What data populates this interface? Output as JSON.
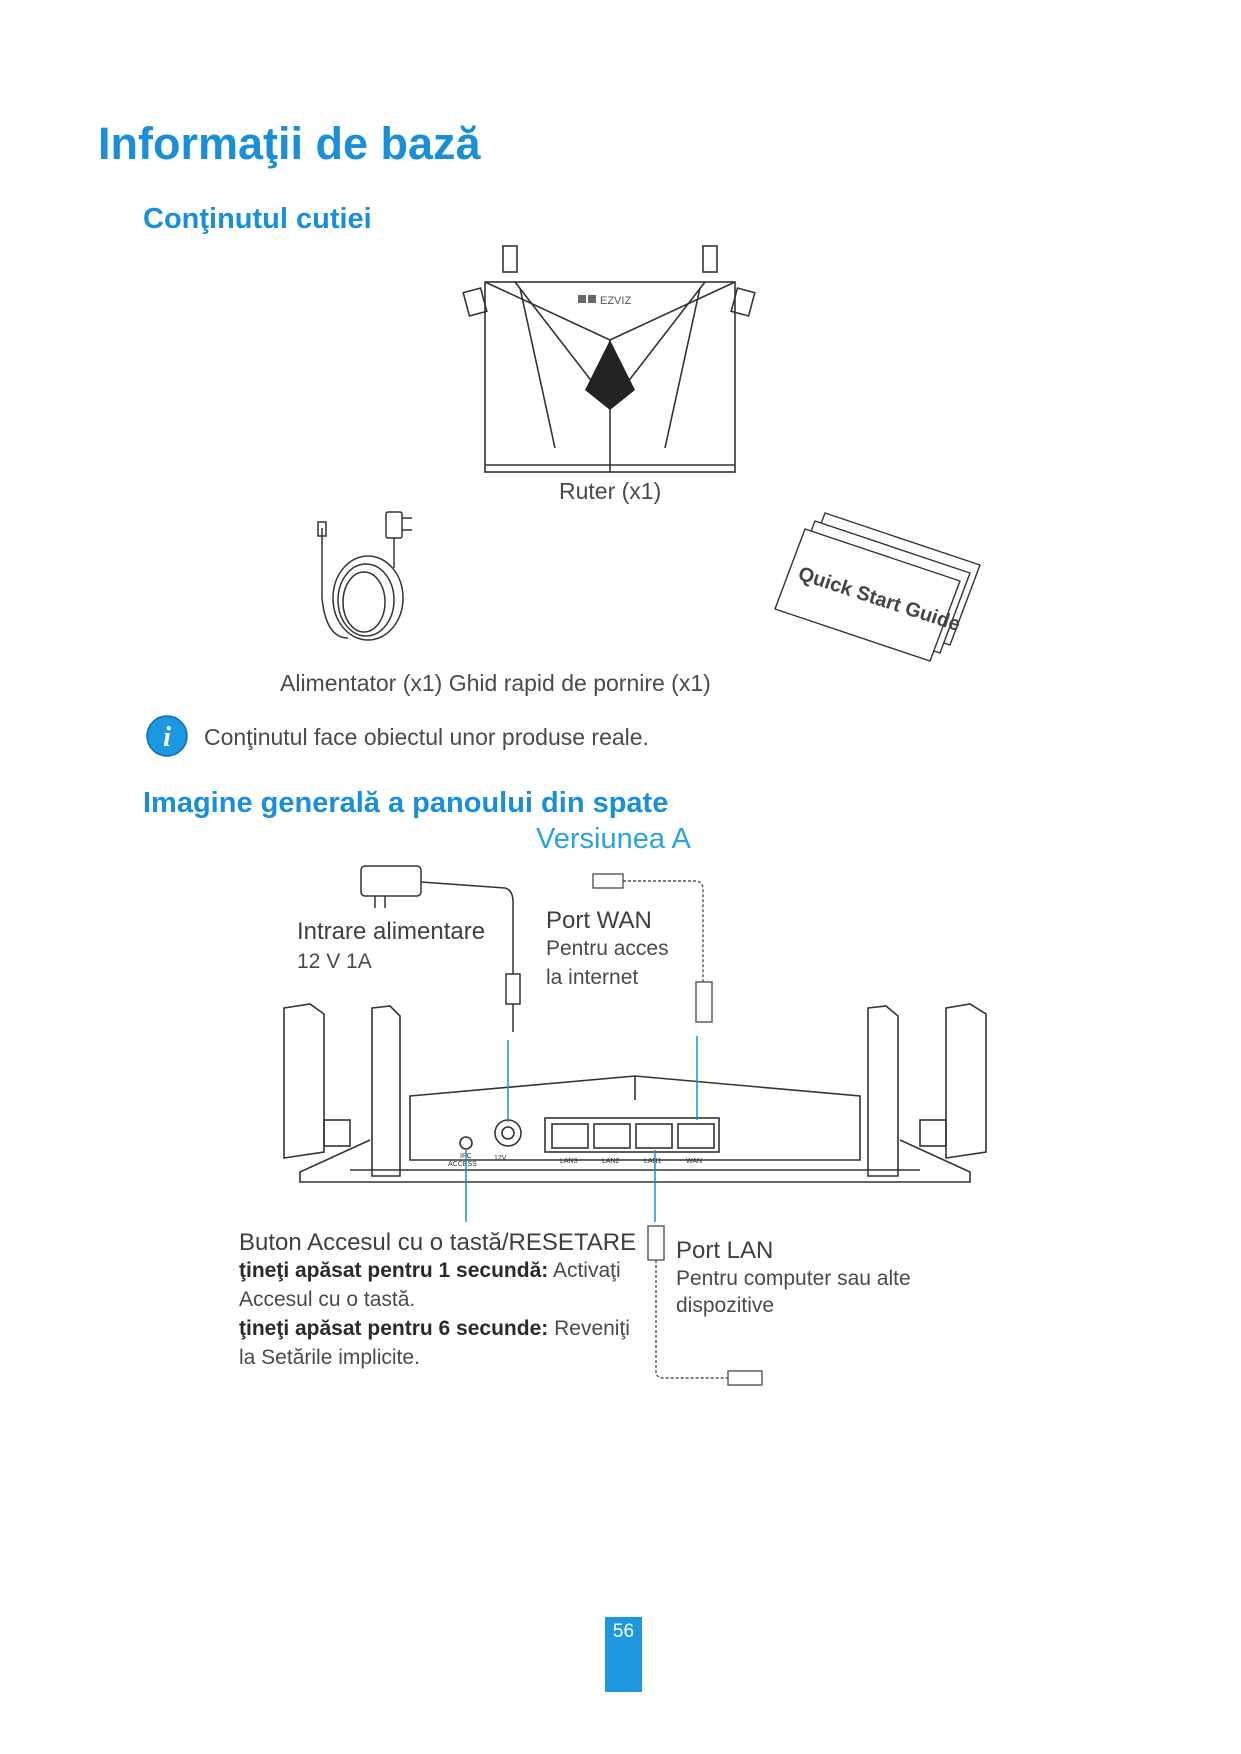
{
  "title": "Informaţii de bază",
  "box_contents": {
    "heading": "Conţinutul cutiei",
    "router_caption": "Ruter (x1)",
    "adapter_caption": "Alimentator (x1)",
    "guide_caption": "Ghid rapid de pornire (x1)",
    "guide_cover_text": "Quick Start Guide",
    "brand_logo_text": "EZVIZ",
    "note": "Conţinutul face obiectul unor produse reale."
  },
  "rear_panel": {
    "heading": "Imagine generală a panoului din spate",
    "version": "Versiunea A",
    "power_input": {
      "label": "Intrare alimentare",
      "spec": "12 V 1A"
    },
    "wan_port": {
      "label": "Port WAN",
      "line1": "Pentru acces",
      "line2": "la internet"
    },
    "reset_button": {
      "label": "Buton Accesul cu o tastă/RESETARE",
      "hold1_bold": "ţineţi apăsat pentru 1 secundă:",
      "hold1_text": "Activaţi",
      "hold1_text2": "Accesul cu o tastă.",
      "hold6_bold": "ţineţi apăsat pentru 6 secunde:",
      "hold6_text": "Reveniţi",
      "hold6_text2": "la Setările implicite."
    },
    "lan_port": {
      "label": "Port LAN",
      "line1": "Pentru computer sau alte",
      "line2": "dispozitive"
    },
    "panel_labels": [
      "IPC",
      "ACCESS",
      "12V",
      "LAN3",
      "LAN2",
      "LAN1",
      "WAN"
    ]
  },
  "page_number": "56",
  "colors": {
    "accent": "#1a8fd8",
    "page_tab": "#1d97e0",
    "line": "#333333"
  }
}
